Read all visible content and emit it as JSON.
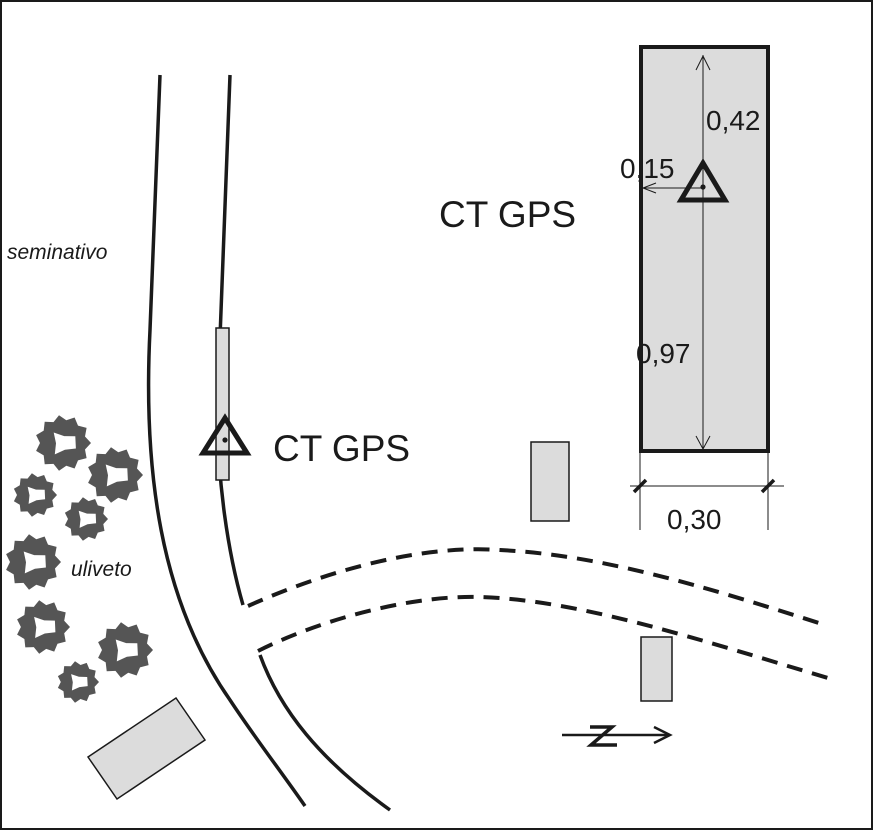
{
  "diagram": {
    "type": "site-location-sketch",
    "labels": {
      "station_main": "CT GPS",
      "station_detail": "CT GPS",
      "land_use_arable": "seminativo",
      "land_use_olive_grove": "uliveto",
      "north_letter": "Z"
    },
    "dimensions": {
      "top_offset": "0,42",
      "side_offset": "0,15",
      "bottom_offset": "0,97",
      "width": "0,30"
    },
    "icons": {
      "station_marker": "triangle-with-dot",
      "north_arrow": "arrow-right",
      "trees": "olive-tree-crown"
    },
    "colors": {
      "line": "#1a1a1a",
      "building_fill": "#dcdcdc",
      "tree_fill": "#555555",
      "background": "#ffffff"
    }
  }
}
